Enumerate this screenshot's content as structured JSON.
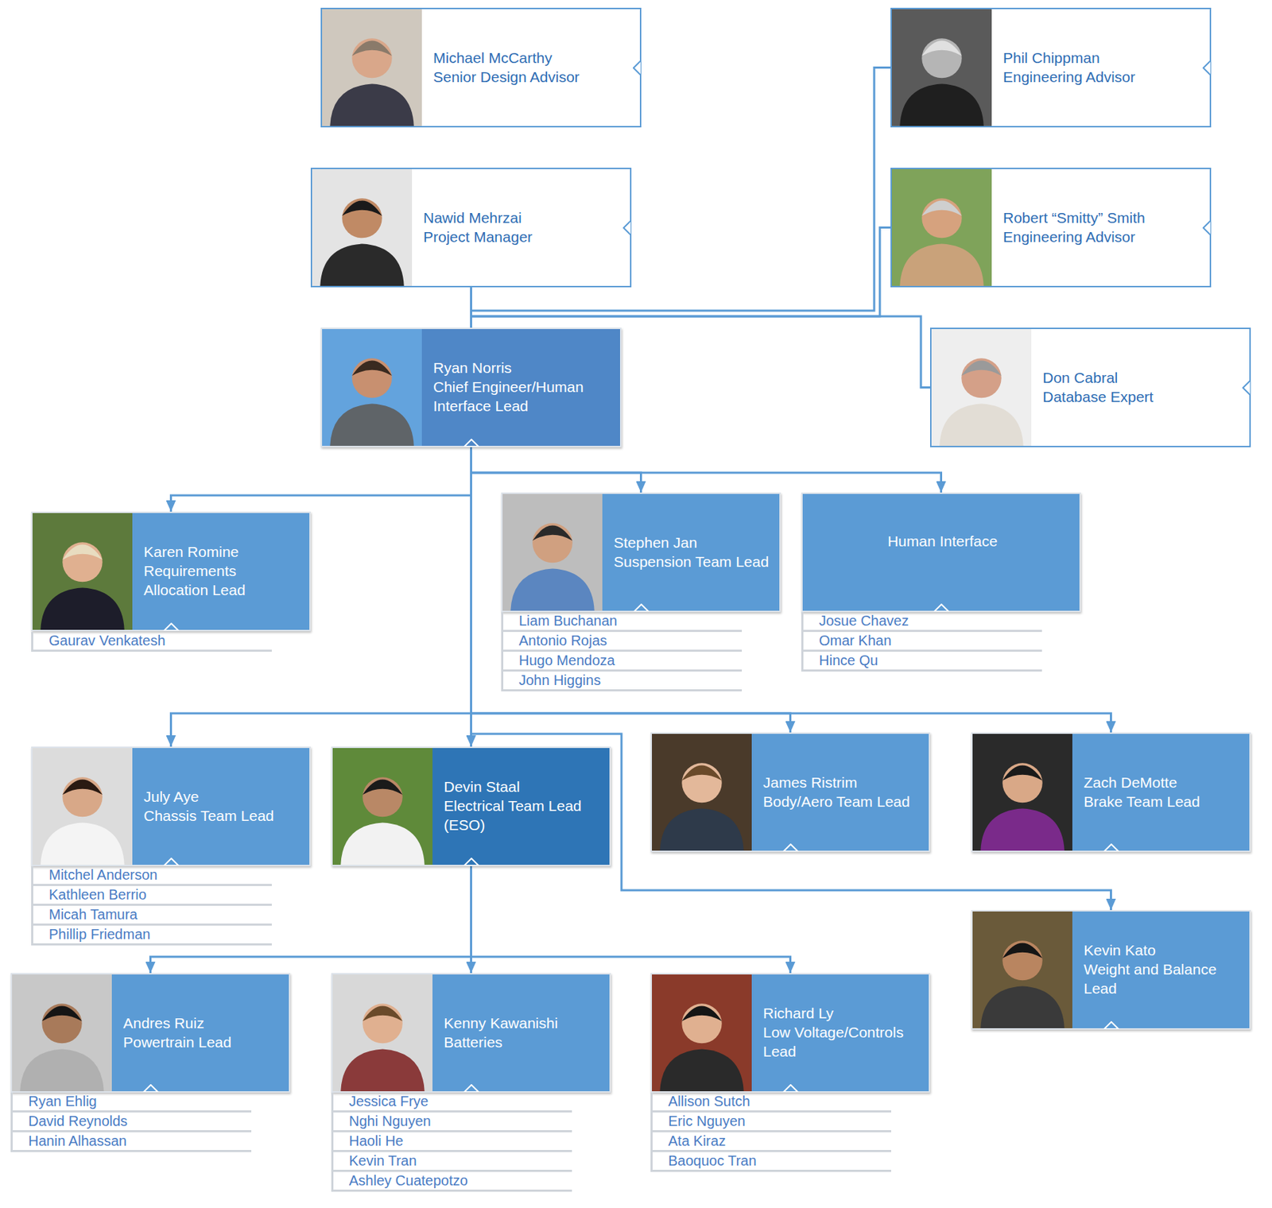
{
  "diagram": {
    "nodes": [
      {
        "text": [
          "Michael McCarthy",
          "Senior Design Advisor"
        ]
      },
      {
        "text": [
          "Phil Chippman",
          "Engineering Advisor"
        ]
      },
      {
        "text": [
          "Nawid Mehrzai",
          "Project Manager"
        ]
      },
      {
        "text": [
          "Robert “Smitty” Smith",
          "Engineering Advisor"
        ]
      },
      {
        "text": [
          "Ryan Norris",
          "Chief Engineer/Human Interface Lead"
        ]
      },
      {
        "text": [
          "Don Cabral",
          "Database Expert"
        ]
      },
      {
        "text": [
          "Karen Romine",
          "Requirements Allocation Lead"
        ]
      },
      {
        "text": [
          "Stephen Jan",
          "Suspension Team Lead"
        ]
      },
      {
        "text": [
          "Human Interface"
        ]
      },
      {
        "text": [
          "July Aye",
          "Chassis Team Lead"
        ]
      },
      {
        "text": [
          "Devin Staal",
          "Electrical Team Lead (ESO)"
        ]
      },
      {
        "text": [
          "James Ristrim",
          "Body/Aero Team Lead"
        ]
      },
      {
        "text": [
          "Zach DeMotte",
          "Brake Team Lead"
        ]
      },
      {
        "text": [
          "Kevin Kato",
          "Weight and Balance Lead"
        ]
      },
      {
        "text": [
          "Andres Ruiz",
          "Powertrain Lead"
        ]
      },
      {
        "text": [
          "Kenny Kawanishi",
          "Batteries"
        ]
      },
      {
        "text": [
          "Richard Ly",
          "Low Voltage/Controls Lead"
        ]
      }
    ],
    "edges": [
      {
        "from": 2,
        "to": 4,
        "arrow": "none"
      },
      {
        "from": 2,
        "to": 1,
        "arrow": "none"
      },
      {
        "from": 2,
        "to": 3,
        "arrow": "none"
      },
      {
        "from": 2,
        "to": 5,
        "arrow": "none"
      },
      {
        "from": 4,
        "to": 6,
        "arrow": "to"
      },
      {
        "from": 4,
        "to": 7,
        "arrow": "to"
      },
      {
        "from": 4,
        "to": 8,
        "arrow": "to"
      },
      {
        "from": 4,
        "to": 9,
        "arrow": "to"
      },
      {
        "from": 4,
        "to": 10,
        "arrow": "to"
      },
      {
        "from": 4,
        "to": 11,
        "arrow": "to"
      },
      {
        "from": 4,
        "to": 12,
        "arrow": "to"
      },
      {
        "from": 4,
        "to": 13,
        "arrow": "to"
      },
      {
        "from": 10,
        "to": 14,
        "arrow": "to"
      },
      {
        "from": 10,
        "to": 15,
        "arrow": "to"
      },
      {
        "from": 10,
        "to": 16,
        "arrow": "to"
      }
    ],
    "labels": [
      "Gaurav Venkatesh",
      "Liam Buchanan",
      "Antonio Rojas",
      "Hugo Mendoza",
      "John Higgins",
      "Josue Chavez",
      "Omar Khan",
      "Hince Qu",
      "Mitchel Anderson",
      "Kathleen Berrio",
      "Micah Tamura",
      "Phillip Friedman",
      "Ryan Ehlig",
      "David Reynolds",
      "Hanin Alhassan",
      "Jessica Frye",
      "Nghi Nguyen",
      "Haoli He",
      "Kevin Tran",
      "Ashley Cuatepotzo",
      "Allison Sutch",
      "Eric Nguyen",
      "Ata Kiraz",
      "Baoquoc Tran"
    ]
  }
}
